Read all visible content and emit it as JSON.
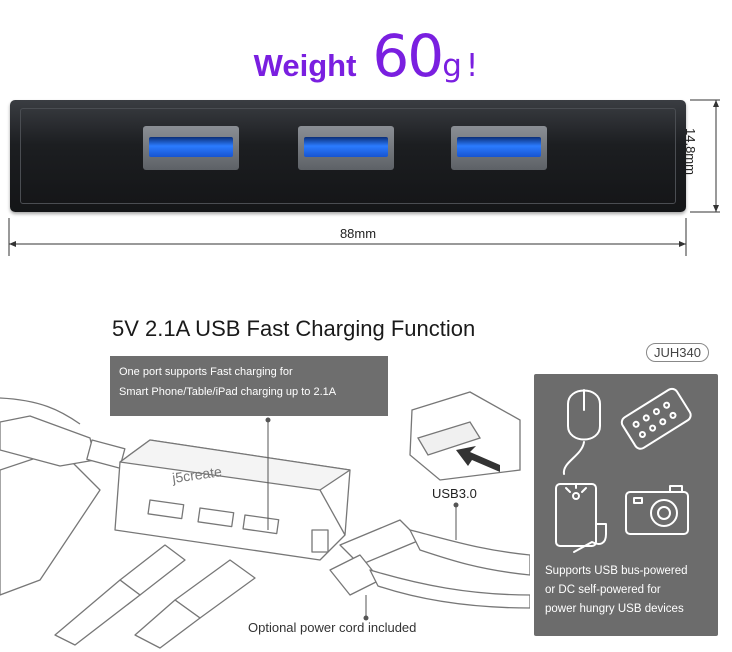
{
  "headline": {
    "prefix": "Weight",
    "number": "60",
    "unit": "g",
    "suffix": "!"
  },
  "dimensions": {
    "width": "88mm",
    "height": "14.8mm"
  },
  "section_title": "5V 2.1A USB Fast Charging Function",
  "model_badge": "JUH340",
  "callout": {
    "line1": "One port supports Fast charging for",
    "line2": "Smart Phone/Table/iPad charging up to 2.1A"
  },
  "brand_logo": "j5create",
  "usb_label": "USB3.0",
  "power_panel": {
    "line1": "Supports USB bus-powered",
    "line2": "or DC self-powered for",
    "line3": "power hungry USB devices"
  },
  "optional_cord": "Optional power cord included",
  "colors": {
    "accent": "#7a1fe0",
    "port_blue": "#2b7bff",
    "panel_gray": "#6c6c6c"
  },
  "icons": [
    "mouse-icon",
    "keyboard-icon",
    "phone-icon",
    "camera-icon",
    "plug-arrow-icon"
  ]
}
